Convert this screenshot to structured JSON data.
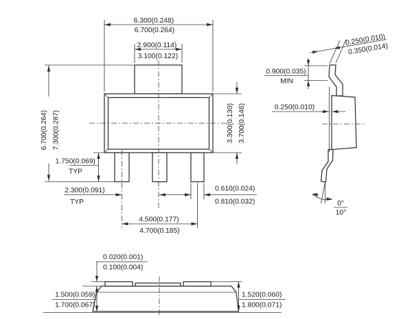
{
  "colors": {
    "background": "#ffffff",
    "line": "#2f2f2f",
    "text": "#1a1a1a"
  },
  "front_view": {
    "body_width": {
      "upper": "6.300(0.248)",
      "lower": "6.700(0.264)"
    },
    "tab_width": {
      "upper": "2.900(0.114)",
      "lower": "3.100(0.122)"
    },
    "overall_height": {
      "upper": "6.700(0.264)",
      "lower": "7.300(0.287)"
    },
    "body_height": {
      "upper": "3.300(0.130)",
      "lower": "3.700(0.146)"
    },
    "pin_length": {
      "value": "1.750(0.069)",
      "qualifier": "TYP"
    },
    "pin_pitch": {
      "value": "2.300(0.091)",
      "qualifier": "TYP"
    },
    "pin_width": {
      "upper": "0.610(0.024)",
      "lower": "0.810(0.032)"
    },
    "pin_span": {
      "upper": "4.500(0.177)",
      "lower": "4.700(0.185)"
    }
  },
  "side_view": {
    "lead_tip_thickness": {
      "upper": "0.250(0.010)",
      "lower": "0.350(0.014)"
    },
    "lead_straight_length": {
      "value": "0.900(0.035)",
      "qualifier": "MIN"
    },
    "lead_thickness": {
      "value": "0.250(0.010)"
    },
    "lead_angle": {
      "upper": "0°",
      "lower": "10°"
    }
  },
  "bottom_view": {
    "lead_standoff": {
      "upper": "0.020(0.001)",
      "lower": "0.100(0.004)"
    },
    "body_thickness": {
      "upper": "1.500(0.059)",
      "lower": "1.700(0.067)"
    },
    "overall_thickness": {
      "upper": "1.520(0.060)",
      "lower": "1.800(0.071)"
    }
  }
}
